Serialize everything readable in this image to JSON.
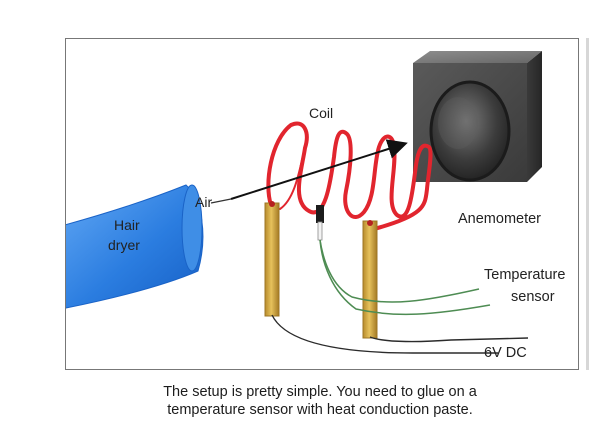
{
  "diagram": {
    "labels": {
      "coil": "Coil",
      "air": "Air",
      "hair_dryer_line1": "Hair",
      "hair_dryer_line2": "dryer",
      "anemometer": "Anemometer",
      "temperature_sensor_line1": "Temperature",
      "temperature_sensor_line2": "sensor",
      "power": "6V DC"
    },
    "icons": {
      "hair_dryer": "hair-dryer-icon",
      "anemometer": "anemometer-icon",
      "coil": "coil-icon",
      "electrode_left": "electrode-icon",
      "electrode_right": "electrode-icon",
      "sensor": "temperature-sensor-icon",
      "air_arrow": "arrow-icon"
    },
    "colors": {
      "coil": "#e1252e",
      "dryer": "#2b7de0",
      "anemometer_body": "#6d6d6d",
      "electrodes": "#d9b24a",
      "wires_green": "#4e8c53",
      "wires_black": "#2b2b2b",
      "arrow": "#111111"
    }
  },
  "caption": {
    "line1": "The setup is pretty simple. You need to glue on a",
    "line2": "temperature sensor with heat conduction paste."
  }
}
